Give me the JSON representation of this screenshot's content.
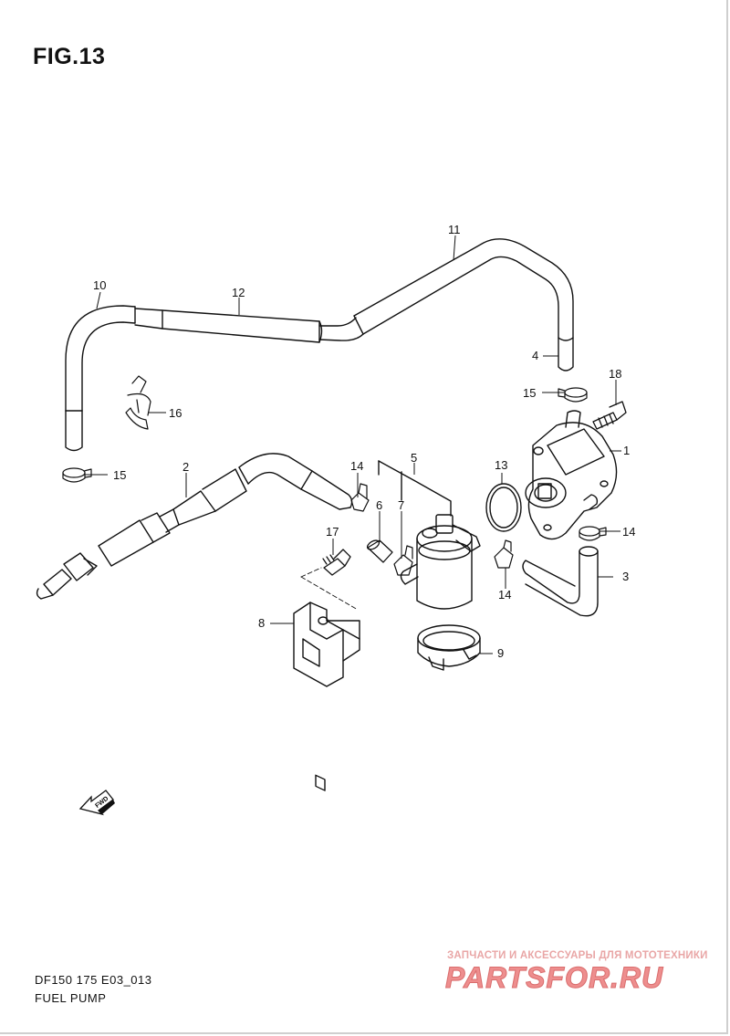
{
  "figure": {
    "title": "FIG.13"
  },
  "callouts": [
    {
      "id": "c1",
      "label": "1"
    },
    {
      "id": "c2",
      "label": "2"
    },
    {
      "id": "c3",
      "label": "3"
    },
    {
      "id": "c4",
      "label": "4"
    },
    {
      "id": "c5",
      "label": "5"
    },
    {
      "id": "c6",
      "label": "6"
    },
    {
      "id": "c7",
      "label": "7"
    },
    {
      "id": "c8",
      "label": "8"
    },
    {
      "id": "c9",
      "label": "9"
    },
    {
      "id": "c10",
      "label": "10"
    },
    {
      "id": "c11",
      "label": "11"
    },
    {
      "id": "c12",
      "label": "12"
    },
    {
      "id": "c13",
      "label": "13"
    },
    {
      "id": "c14a",
      "label": "14"
    },
    {
      "id": "c14b",
      "label": "14"
    },
    {
      "id": "c14c",
      "label": "14"
    },
    {
      "id": "c15a",
      "label": "15"
    },
    {
      "id": "c15b",
      "label": "15"
    },
    {
      "id": "c16",
      "label": "16"
    },
    {
      "id": "c17",
      "label": "17"
    },
    {
      "id": "c18",
      "label": "18"
    }
  ],
  "fwd_arrow": {
    "label": "FWD",
    "icon": "forward-arrow-icon"
  },
  "footer": {
    "model_code": "DF150 175 E03_013",
    "assembly_name": "FUEL PUMP"
  },
  "watermark": {
    "tagline": "ЗАПЧАСТИ И АКСЕССУАРЫ ДЛЯ МОТОТЕХНИКИ",
    "logo": "PARTSFOR.RU"
  }
}
